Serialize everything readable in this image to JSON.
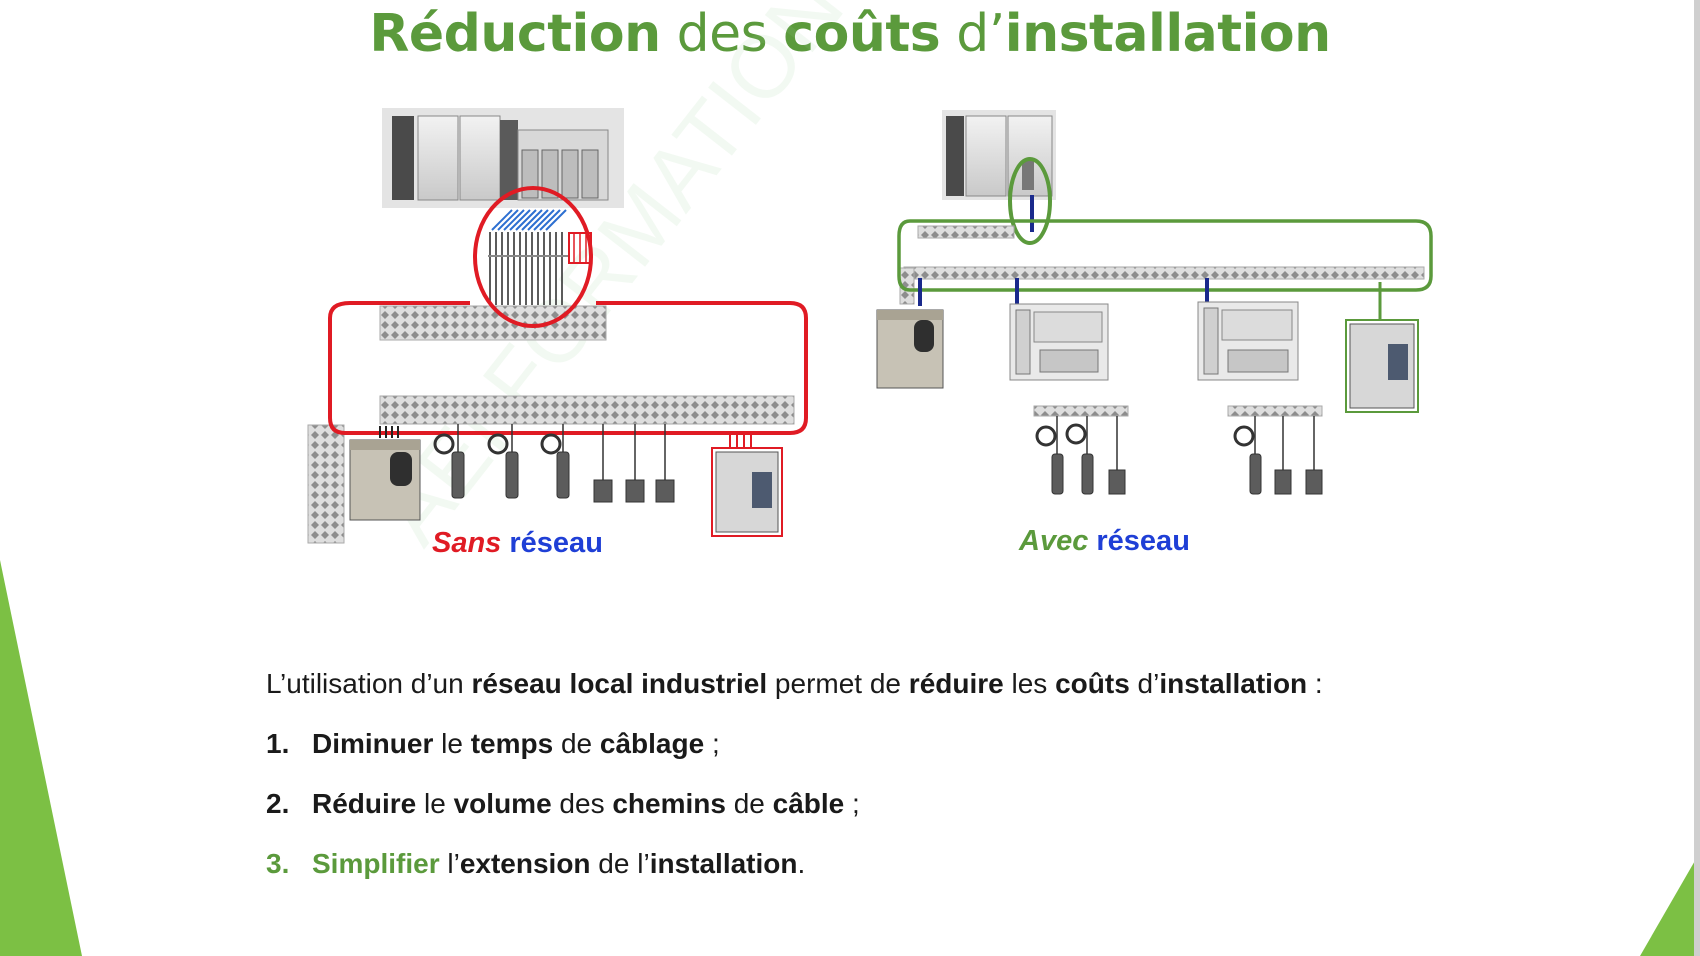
{
  "title": {
    "w1": "Réduction",
    "w2": " des ",
    "w3": "coûts",
    "w4": " d’",
    "w5": "installation"
  },
  "watermark": "AEI FORMATION OUEST",
  "diagram": {
    "left_caption": {
      "w1": "Sans",
      "w2": "réseau"
    },
    "right_caption": {
      "w1": "Avec",
      "w2": "réseau"
    }
  },
  "intro": {
    "t1": "L’utilisation d’un ",
    "b1": "réseau local industriel",
    "t2": " permet de ",
    "b2": "réduire",
    "t3": " les ",
    "b3": "coûts",
    "t4": " d’",
    "b4": "installation",
    "t5": " :"
  },
  "list": [
    {
      "num": "1.",
      "b1": "Diminuer",
      "t1": " le ",
      "b2": "temps",
      "t2": " de ",
      "b3": "câblage",
      "t3": " ;"
    },
    {
      "num": "2.",
      "b1": "Réduire",
      "t1": " le ",
      "b2": "volume",
      "t2": " des ",
      "b3": "chemins",
      "t3": " de ",
      "b4": "câble",
      "t4": " ;"
    },
    {
      "num": "3.",
      "b1": "Simplifier",
      "t1": " l’",
      "b2": "extension",
      "t2": " de l’",
      "b3": "installation",
      "t3": "."
    }
  ],
  "colors": {
    "accent_green": "#5b9a3c",
    "wire_red": "#e01b24",
    "wire_blue": "#1f3fd6",
    "deco_green": "#7cc044"
  }
}
